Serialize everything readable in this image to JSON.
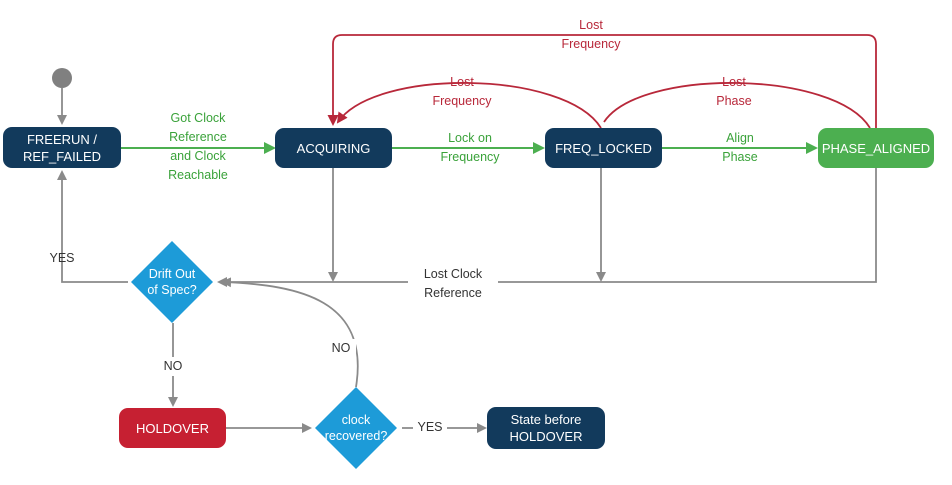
{
  "states": {
    "freerun": "FREERUN /\nREF_FAILED",
    "acquiring": "ACQUIRING",
    "freq_locked": "FREQ_LOCKED",
    "phase_aligned": "PHASE_ALIGNED",
    "holdover": "HOLDOVER",
    "state_before": "State before\nHOLDOVER"
  },
  "decisions": {
    "drift": "Drift Out\nof Spec?",
    "recovered": "clock\nrecovered?"
  },
  "transitions": {
    "got_clock": "Got Clock\nReference\nand Clock\nReachable",
    "lock_on_freq": "Lock on\nFrequency",
    "align_phase": "Align\nPhase",
    "lost_freq_outer": "Lost\nFrequency",
    "lost_freq_inner": "Lost\nFrequency",
    "lost_phase": "Lost\nPhase",
    "lost_clock_ref": "Lost Clock\nReference",
    "yes_left": "YES",
    "no_down": "NO",
    "no_back": "NO",
    "yes_right": "YES"
  },
  "colors": {
    "navy": "#123a5c",
    "green": "#4caf50",
    "red": "#c62032",
    "diamond": "#1d9bd8",
    "arrow_gray": "#8a8a8a",
    "arrow_green": "#4caf50",
    "arrow_red": "#b8283a"
  }
}
